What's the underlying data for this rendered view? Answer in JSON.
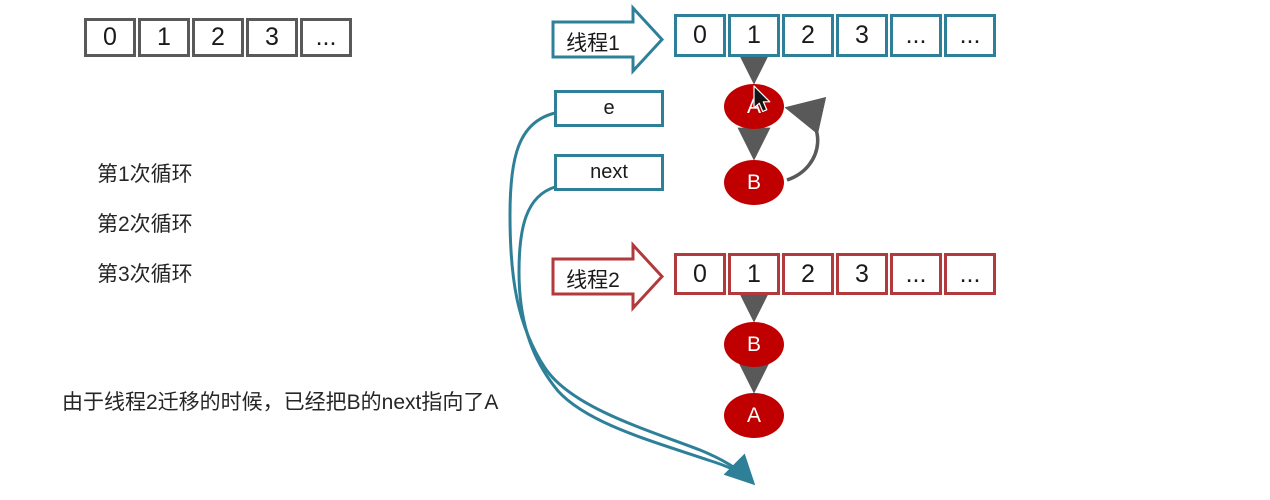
{
  "diagram": {
    "plain_array": {
      "cells": [
        "0",
        "1",
        "2",
        "3",
        "..."
      ]
    },
    "loop_labels": [
      "第1次循环",
      "第2次循环",
      "第3次循环"
    ],
    "caption": "由于线程2迁移的时候，已经把B的next指向了A",
    "thread1": {
      "label": "线程1",
      "cells": [
        "0",
        "1",
        "2",
        "3",
        "...",
        "..."
      ],
      "nodes": [
        "A",
        "B"
      ]
    },
    "thread2": {
      "label": "线程2",
      "cells": [
        "0",
        "1",
        "2",
        "3",
        "...",
        "..."
      ],
      "nodes": [
        "B",
        "A"
      ]
    },
    "vars": {
      "e": "e",
      "next": "next"
    },
    "colors": {
      "teal": "#2E8099",
      "red_border": "#B03A3C",
      "node_red": "#C00000",
      "connector_gray": "#595959"
    }
  }
}
